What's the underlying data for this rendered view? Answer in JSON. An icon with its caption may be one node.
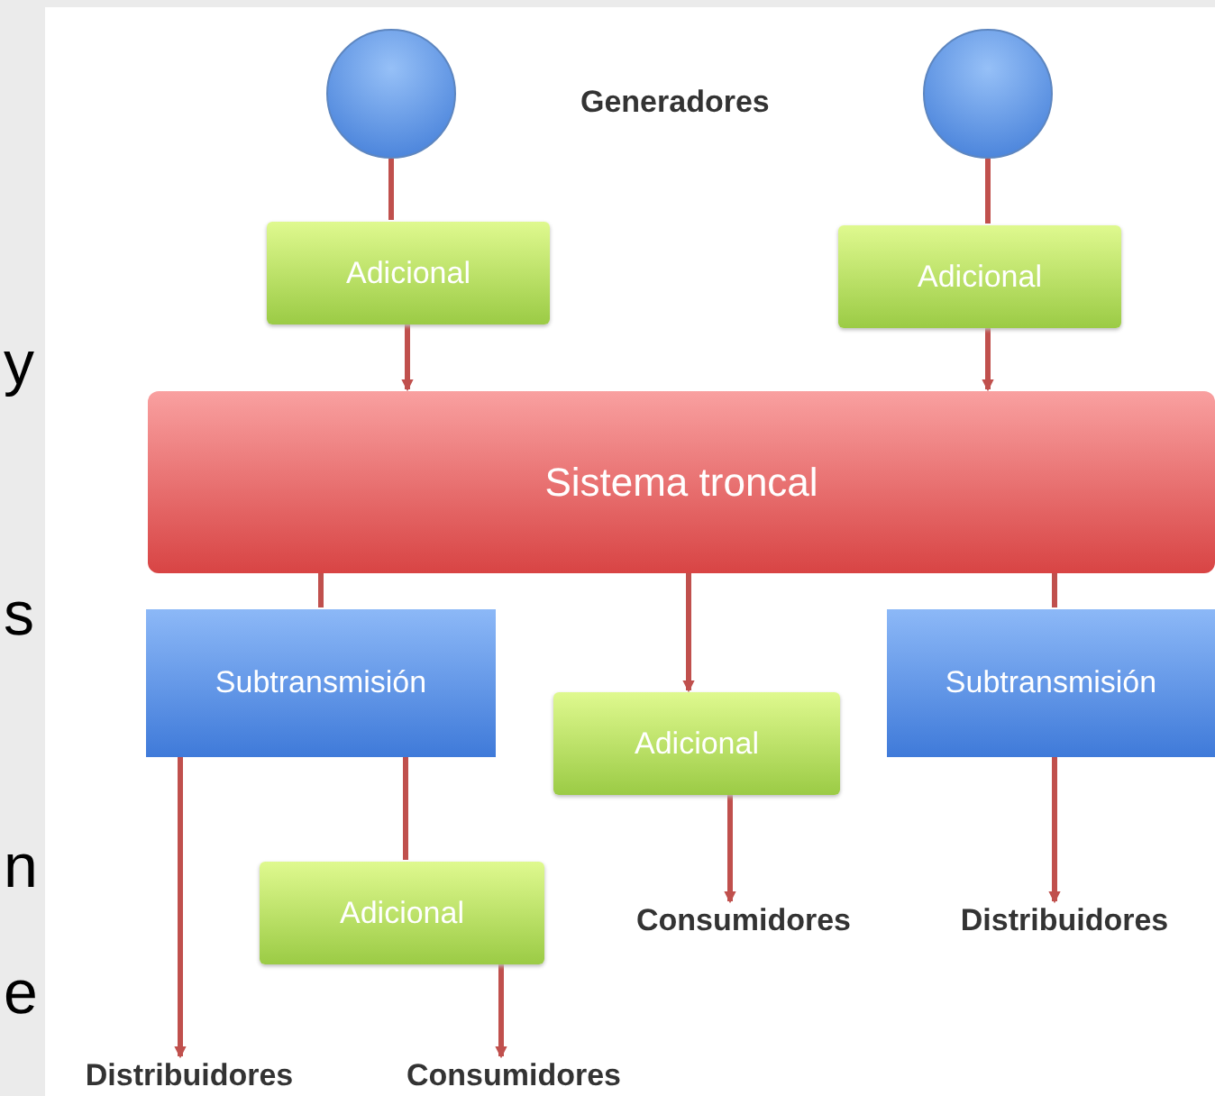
{
  "diagram": {
    "nodes": [
      {
        "text": [],
        "shape": "circle"
      },
      {
        "text": [],
        "shape": "circle"
      },
      {
        "text": [
          "Adicional"
        ]
      },
      {
        "text": [
          "Adicional"
        ]
      },
      {
        "text": [
          "Sistema troncal"
        ]
      },
      {
        "text": [
          "Subtransmisión"
        ]
      },
      {
        "text": [
          "Adicional"
        ]
      },
      {
        "text": [
          "Subtransmisión"
        ]
      },
      {
        "text": [
          "Adicional"
        ]
      },
      {
        "text": [
          "Distribuidores"
        ]
      },
      {
        "text": [
          "Consumidores"
        ]
      },
      {
        "text": [
          "Consumidores"
        ]
      },
      {
        "text": [
          "Distribuidores"
        ]
      }
    ],
    "edges": [
      {
        "from": 0,
        "to": 2,
        "arrow": "none"
      },
      {
        "from": 1,
        "to": 3,
        "arrow": "none"
      },
      {
        "from": 2,
        "to": 4,
        "arrow": "to"
      },
      {
        "from": 3,
        "to": 4,
        "arrow": "to"
      },
      {
        "from": 4,
        "to": 5,
        "arrow": "none"
      },
      {
        "from": 4,
        "to": 6,
        "arrow": "to"
      },
      {
        "from": 4,
        "to": 7,
        "arrow": "none"
      },
      {
        "from": 5,
        "to": 9,
        "arrow": "to"
      },
      {
        "from": 5,
        "to": 8,
        "arrow": "none"
      },
      {
        "from": 8,
        "to": 10,
        "arrow": "to"
      },
      {
        "from": 6,
        "to": 11,
        "arrow": "to"
      },
      {
        "from": 7,
        "to": 12,
        "arrow": "to"
      }
    ],
    "labels": [
      "Generadores",
      "y",
      "s",
      "n",
      "e"
    ]
  }
}
